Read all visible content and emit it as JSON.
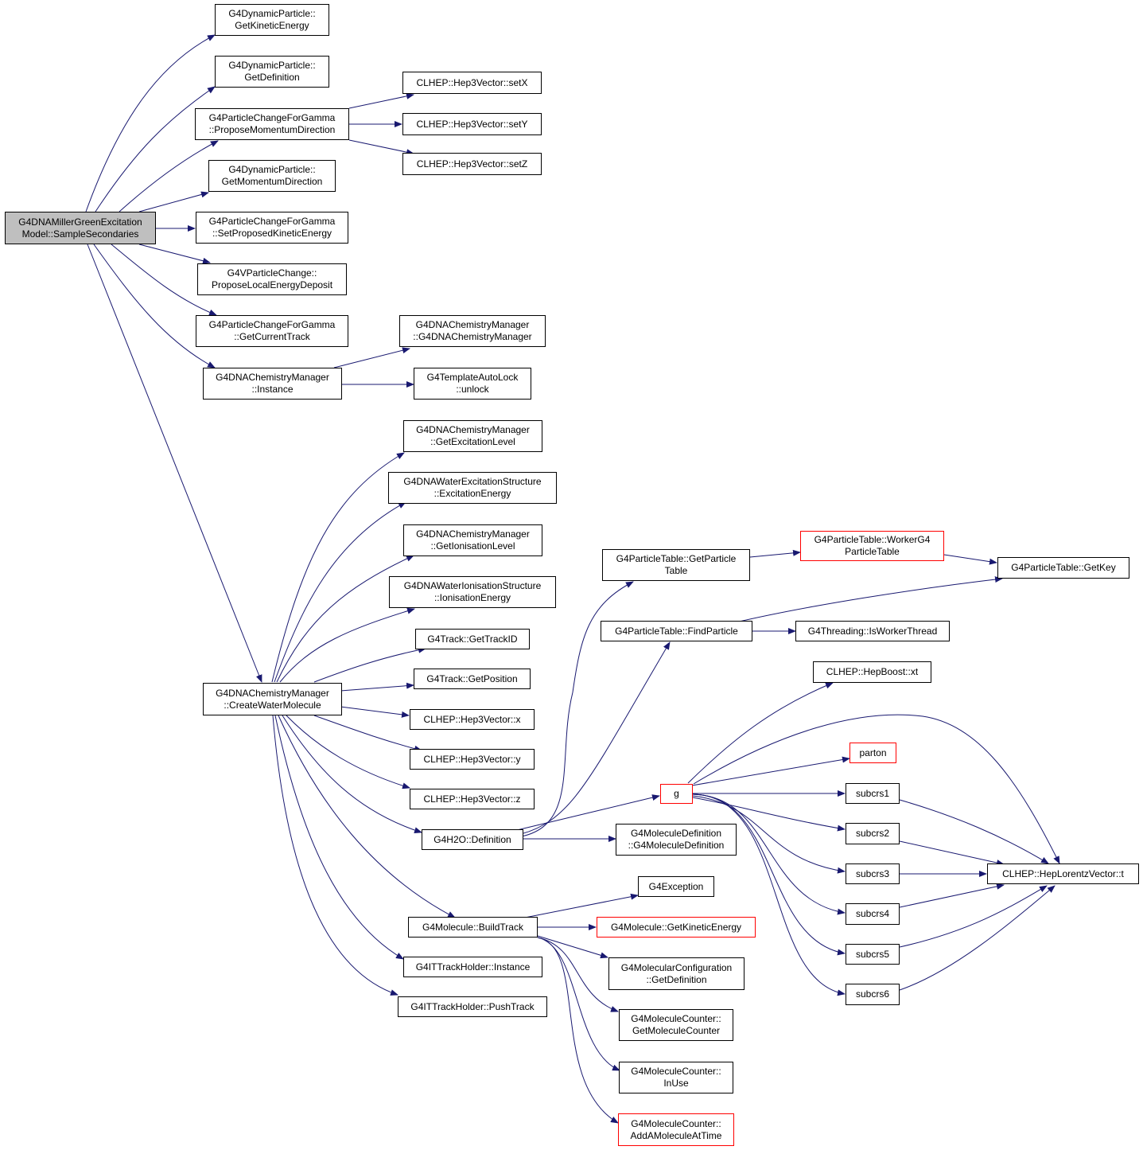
{
  "colors": {
    "edge": "#191970",
    "border": "#000000",
    "truncated_border": "#ff0000",
    "root_fill": "#bfbfbf"
  },
  "nodes": {
    "root": {
      "line1": "G4DNAMillerGreenExcitation",
      "line2": "Model::SampleSecondaries"
    },
    "dyn_kin": {
      "line1": "G4DynamicParticle::",
      "line2": "GetKineticEnergy"
    },
    "dyn_def": {
      "line1": "G4DynamicParticle::",
      "line2": "GetDefinition"
    },
    "pcg_pmd": {
      "line1": "G4ParticleChangeForGamma",
      "line2": "::ProposeMomentumDirection"
    },
    "setx": {
      "line1": "CLHEP::Hep3Vector::setX"
    },
    "sety": {
      "line1": "CLHEP::Hep3Vector::setY"
    },
    "setz": {
      "line1": "CLHEP::Hep3Vector::setZ"
    },
    "dyn_mom": {
      "line1": "G4DynamicParticle::",
      "line2": "GetMomentumDirection"
    },
    "pcg_spke": {
      "line1": "G4ParticleChangeForGamma",
      "line2": "::SetProposedKineticEnergy"
    },
    "vpc_pled": {
      "line1": "G4VParticleChange::",
      "line2": "ProposeLocalEnergyDeposit"
    },
    "pcg_gct": {
      "line1": "G4ParticleChangeForGamma",
      "line2": "::GetCurrentTrack"
    },
    "cm_inst": {
      "line1": "G4DNAChemistryManager",
      "line2": "::Instance"
    },
    "cm_ctor": {
      "line1": "G4DNAChemistryManager",
      "line2": "::G4DNAChemistryManager"
    },
    "tal_unlock": {
      "line1": "G4TemplateAutoLock",
      "line2": "::unlock"
    },
    "cm_gel": {
      "line1": "G4DNAChemistryManager",
      "line2": "::GetExcitationLevel"
    },
    "wes_ee": {
      "line1": "G4DNAWaterExcitationStructure",
      "line2": "::ExcitationEnergy"
    },
    "cm_gil": {
      "line1": "G4DNAChemistryManager",
      "line2": "::GetIonisationLevel"
    },
    "wis_ie": {
      "line1": "G4DNAWaterIonisationStructure",
      "line2": "::IonisationEnergy"
    },
    "trk_id": {
      "line1": "G4Track::GetTrackID"
    },
    "trk_pos": {
      "line1": "G4Track::GetPosition"
    },
    "cm_cwm": {
      "line1": "G4DNAChemistryManager",
      "line2": "::CreateWaterMolecule"
    },
    "vx": {
      "line1": "CLHEP::Hep3Vector::x"
    },
    "vy": {
      "line1": "CLHEP::Hep3Vector::y"
    },
    "vz": {
      "line1": "CLHEP::Hep3Vector::z"
    },
    "h2o_def": {
      "line1": "G4H2O::Definition"
    },
    "mol_bt": {
      "line1": "G4Molecule::BuildTrack"
    },
    "itth_inst": {
      "line1": "G4ITTrackHolder::Instance"
    },
    "itth_push": {
      "line1": "G4ITTrackHolder::PushTrack"
    },
    "pt_gpt": {
      "line1": "G4ParticleTable::GetParticle",
      "line2": "Table"
    },
    "pt_worker": {
      "line1": "G4ParticleTable::WorkerG4",
      "line2": "ParticleTable"
    },
    "pt_key": {
      "line1": "G4ParticleTable::GetKey"
    },
    "pt_find": {
      "line1": "G4ParticleTable::FindParticle"
    },
    "thr_iwt": {
      "line1": "G4Threading::IsWorkerThread"
    },
    "boost_xt": {
      "line1": "CLHEP::HepBoost::xt"
    },
    "parton": {
      "line1": "parton"
    },
    "g": {
      "line1": "g"
    },
    "subcrs1": {
      "line1": "subcrs1"
    },
    "subcrs2": {
      "line1": "subcrs2"
    },
    "subcrs3": {
      "line1": "subcrs3"
    },
    "subcrs4": {
      "line1": "subcrs4"
    },
    "subcrs5": {
      "line1": "subcrs5"
    },
    "subcrs6": {
      "line1": "subcrs6"
    },
    "lv_t": {
      "line1": "CLHEP::HepLorentzVector::t"
    },
    "md_ctor": {
      "line1": "G4MoleculeDefinition",
      "line2": "::G4MoleculeDefinition"
    },
    "g4exc": {
      "line1": "G4Exception"
    },
    "mol_gke": {
      "line1": "G4Molecule::GetKineticEnergy"
    },
    "mc_gd": {
      "line1": "G4MolecularConfiguration",
      "line2": "::GetDefinition"
    },
    "mcnt_gmc": {
      "line1": "G4MoleculeCounter::",
      "line2": "GetMoleculeCounter"
    },
    "mcnt_inuse": {
      "line1": "G4MoleculeCounter::",
      "line2": "InUse"
    },
    "mcnt_aamat": {
      "line1": "G4MoleculeCounter::",
      "line2": "AddAMoleculeAtTime"
    }
  }
}
